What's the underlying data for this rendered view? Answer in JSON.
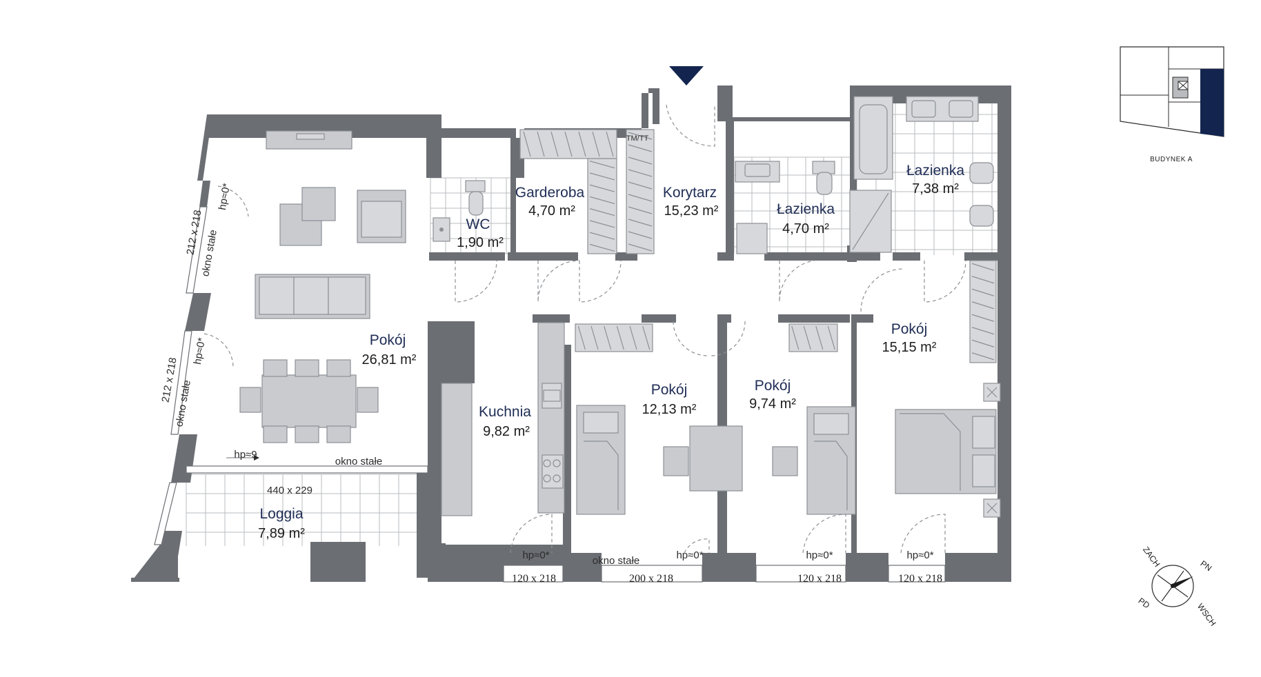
{
  "rooms": {
    "salon": {
      "name": "Pokój",
      "area": "26,81 m²"
    },
    "wc": {
      "name": "WC",
      "area": "1,90 m²"
    },
    "garderoba": {
      "name": "Garderoba",
      "area": "4,70 m²"
    },
    "korytarz": {
      "name": "Korytarz",
      "area": "15,23 m²"
    },
    "lazienka_small": {
      "name": "Łazienka",
      "area": "4,70 m²"
    },
    "lazienka_big": {
      "name": "Łazienka",
      "area": "7,38 m²"
    },
    "kuchnia": {
      "name": "Kuchnia",
      "area": "9,82 m²"
    },
    "pokoj_12": {
      "name": "Pokój",
      "area": "12,13 m²"
    },
    "pokoj_9": {
      "name": "Pokój",
      "area": "9,74 m²"
    },
    "pokoj_15": {
      "name": "Pokój",
      "area": "15,15 m²"
    },
    "loggia": {
      "name": "Loggia",
      "area": "7,89 m²"
    }
  },
  "annotations": {
    "hp9": "hp≈9",
    "hp0": "hp≈0*",
    "okno_stale": "okno stałe",
    "dim_440": "440 x 229",
    "dim_212": "212 x 218",
    "dim_120": "120 x 218",
    "dim_200": "200 x 218",
    "tm_tt": "TM/TT"
  },
  "keymap": {
    "label": "BUDYNEK A",
    "highlight_color": "#13254f"
  },
  "compass": {
    "n": "PN",
    "e": "WSCH",
    "s": "PD",
    "w": "ZACH"
  },
  "colors": {
    "walls": "#6b6e73",
    "text_room": "#1f2d55",
    "entrance": "#13254f"
  }
}
